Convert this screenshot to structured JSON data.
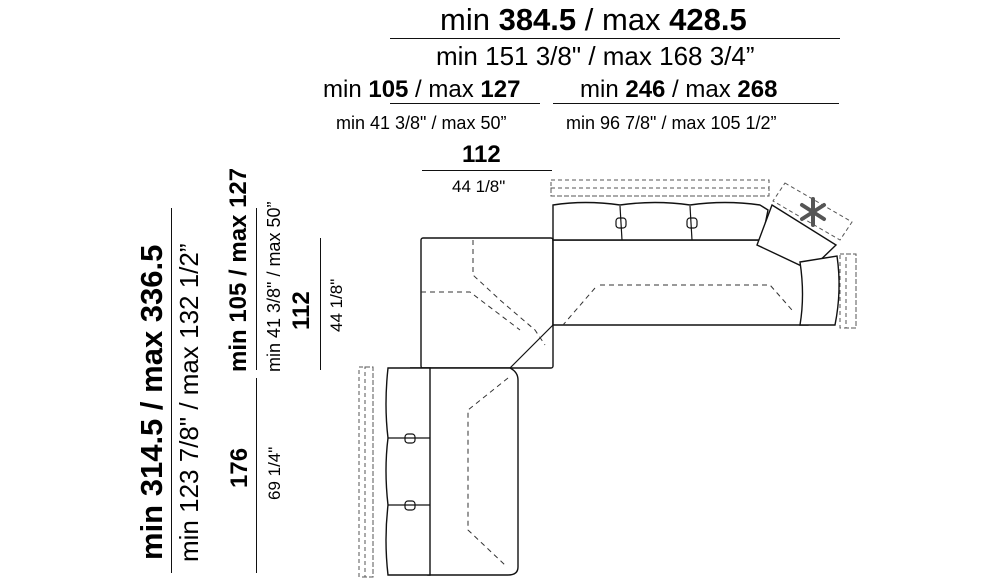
{
  "colors": {
    "ink": "#000000",
    "outline": "#111111",
    "dashed": "#555555",
    "background": "#ffffff"
  },
  "icons": {
    "star": "asterisk-icon"
  },
  "dimensions": {
    "top": {
      "overall_cm": {
        "pre1": "min ",
        "v1": "384.5",
        "mid": " / max ",
        "v2": "428.5"
      },
      "overall_in": "min 151 3/8\" / max 168 3/4”",
      "left_cm": {
        "pre1": "min ",
        "v1": "105",
        "mid": " / max ",
        "v2": "127"
      },
      "left_in": "min 41 3/8\" / max 50”",
      "right_cm": {
        "pre1": "min ",
        "v1": "246",
        "mid": " / max ",
        "v2": "268"
      },
      "right_in": "min 96 7/8\" / max 105 1/2”",
      "corner_cm": "112",
      "corner_in": "44 1/8\""
    },
    "side": {
      "overall_cm": "min 314.5 / max 336.5",
      "overall_in": "min 123 7/8\" / max 132 1/2”",
      "depth_cm": "min 105 / max 127",
      "depth_in": "min 41 3/8\" / max 50”",
      "corner_cm": "112",
      "corner_in": "44 1/8\"",
      "chaise_cm": "176",
      "chaise_in": "69 1/4\""
    }
  }
}
